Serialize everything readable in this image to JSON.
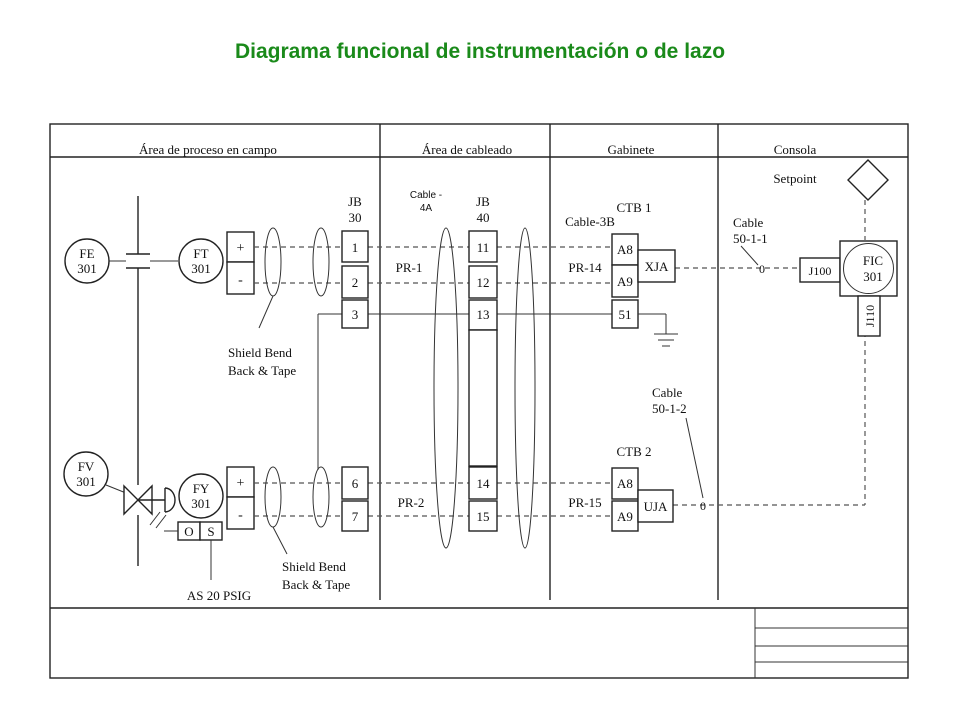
{
  "title": "Diagrama funcional de instrumentación o de lazo",
  "areas": {
    "campo": "Área de proceso en campo",
    "cableado": "Área de cableado",
    "gabinete": "Gabinete",
    "consola": "Consola"
  },
  "instruments": {
    "fe": [
      "FE",
      "301"
    ],
    "ft": [
      "FT",
      "301"
    ],
    "fv": [
      "FV",
      "301"
    ],
    "fy": [
      "FY",
      "301"
    ],
    "fic": [
      "FIC",
      "301"
    ]
  },
  "jb30": [
    "JB",
    "30"
  ],
  "jb40": [
    "JB",
    "40"
  ],
  "cable_4a": [
    "Cable -",
    "4A"
  ],
  "cable_3b": "Cable-3B",
  "ctb1": "CTB 1",
  "ctb2": "CTB 2",
  "cable_50_1_1": [
    "Cable",
    "50-1-1"
  ],
  "cable_50_1_2": [
    "Cable",
    "50-1-2"
  ],
  "setpoint": "Setpoint",
  "pairs": {
    "pr1": "PR-1",
    "pr2": "PR-2",
    "pr14": "PR-14",
    "pr15": "PR-15"
  },
  "shield_1": [
    "Shield Bend",
    "Back & Tape"
  ],
  "shield_2": [
    "Shield Bend",
    "Back & Tape"
  ],
  "supply": "AS 20 PSIG",
  "polarity": {
    "plus": "+",
    "minus": "-"
  },
  "terminals": {
    "jb30_top": [
      "1",
      "2",
      "3"
    ],
    "jb30_bot": [
      "6",
      "7"
    ],
    "jb40_top": [
      "11",
      "12",
      "13"
    ],
    "jb40_bot": [
      "14",
      "15"
    ],
    "ctb1": [
      "A8",
      "A9",
      "51"
    ],
    "ctb2": [
      "A8",
      "A9"
    ]
  },
  "cards": {
    "xja": "XJA",
    "uja": "UJA",
    "j100": "J100",
    "j110": "J110"
  },
  "positioner_ports": {
    "o": "O",
    "s": "S"
  },
  "cable_marker": "0"
}
